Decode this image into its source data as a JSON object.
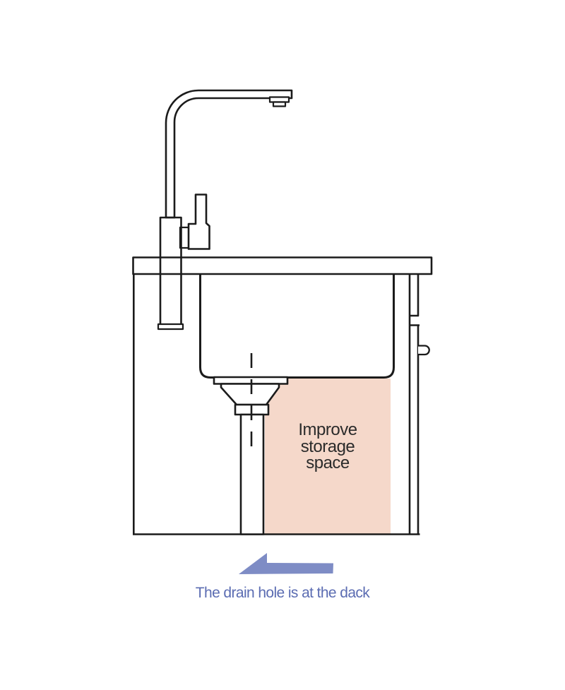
{
  "colors": {
    "line": "#1b1b1b",
    "highlight_pink": "#f5d8ca",
    "arrow_blue": "#7e8cc5",
    "caption_blue": "#5b6cb2",
    "label_text": "#2b2b2b",
    "fill_white": "#ffffff"
  },
  "labels": {
    "storage": [
      "Improve",
      "storage",
      "space"
    ],
    "caption": "The drain hole is at the dack"
  }
}
